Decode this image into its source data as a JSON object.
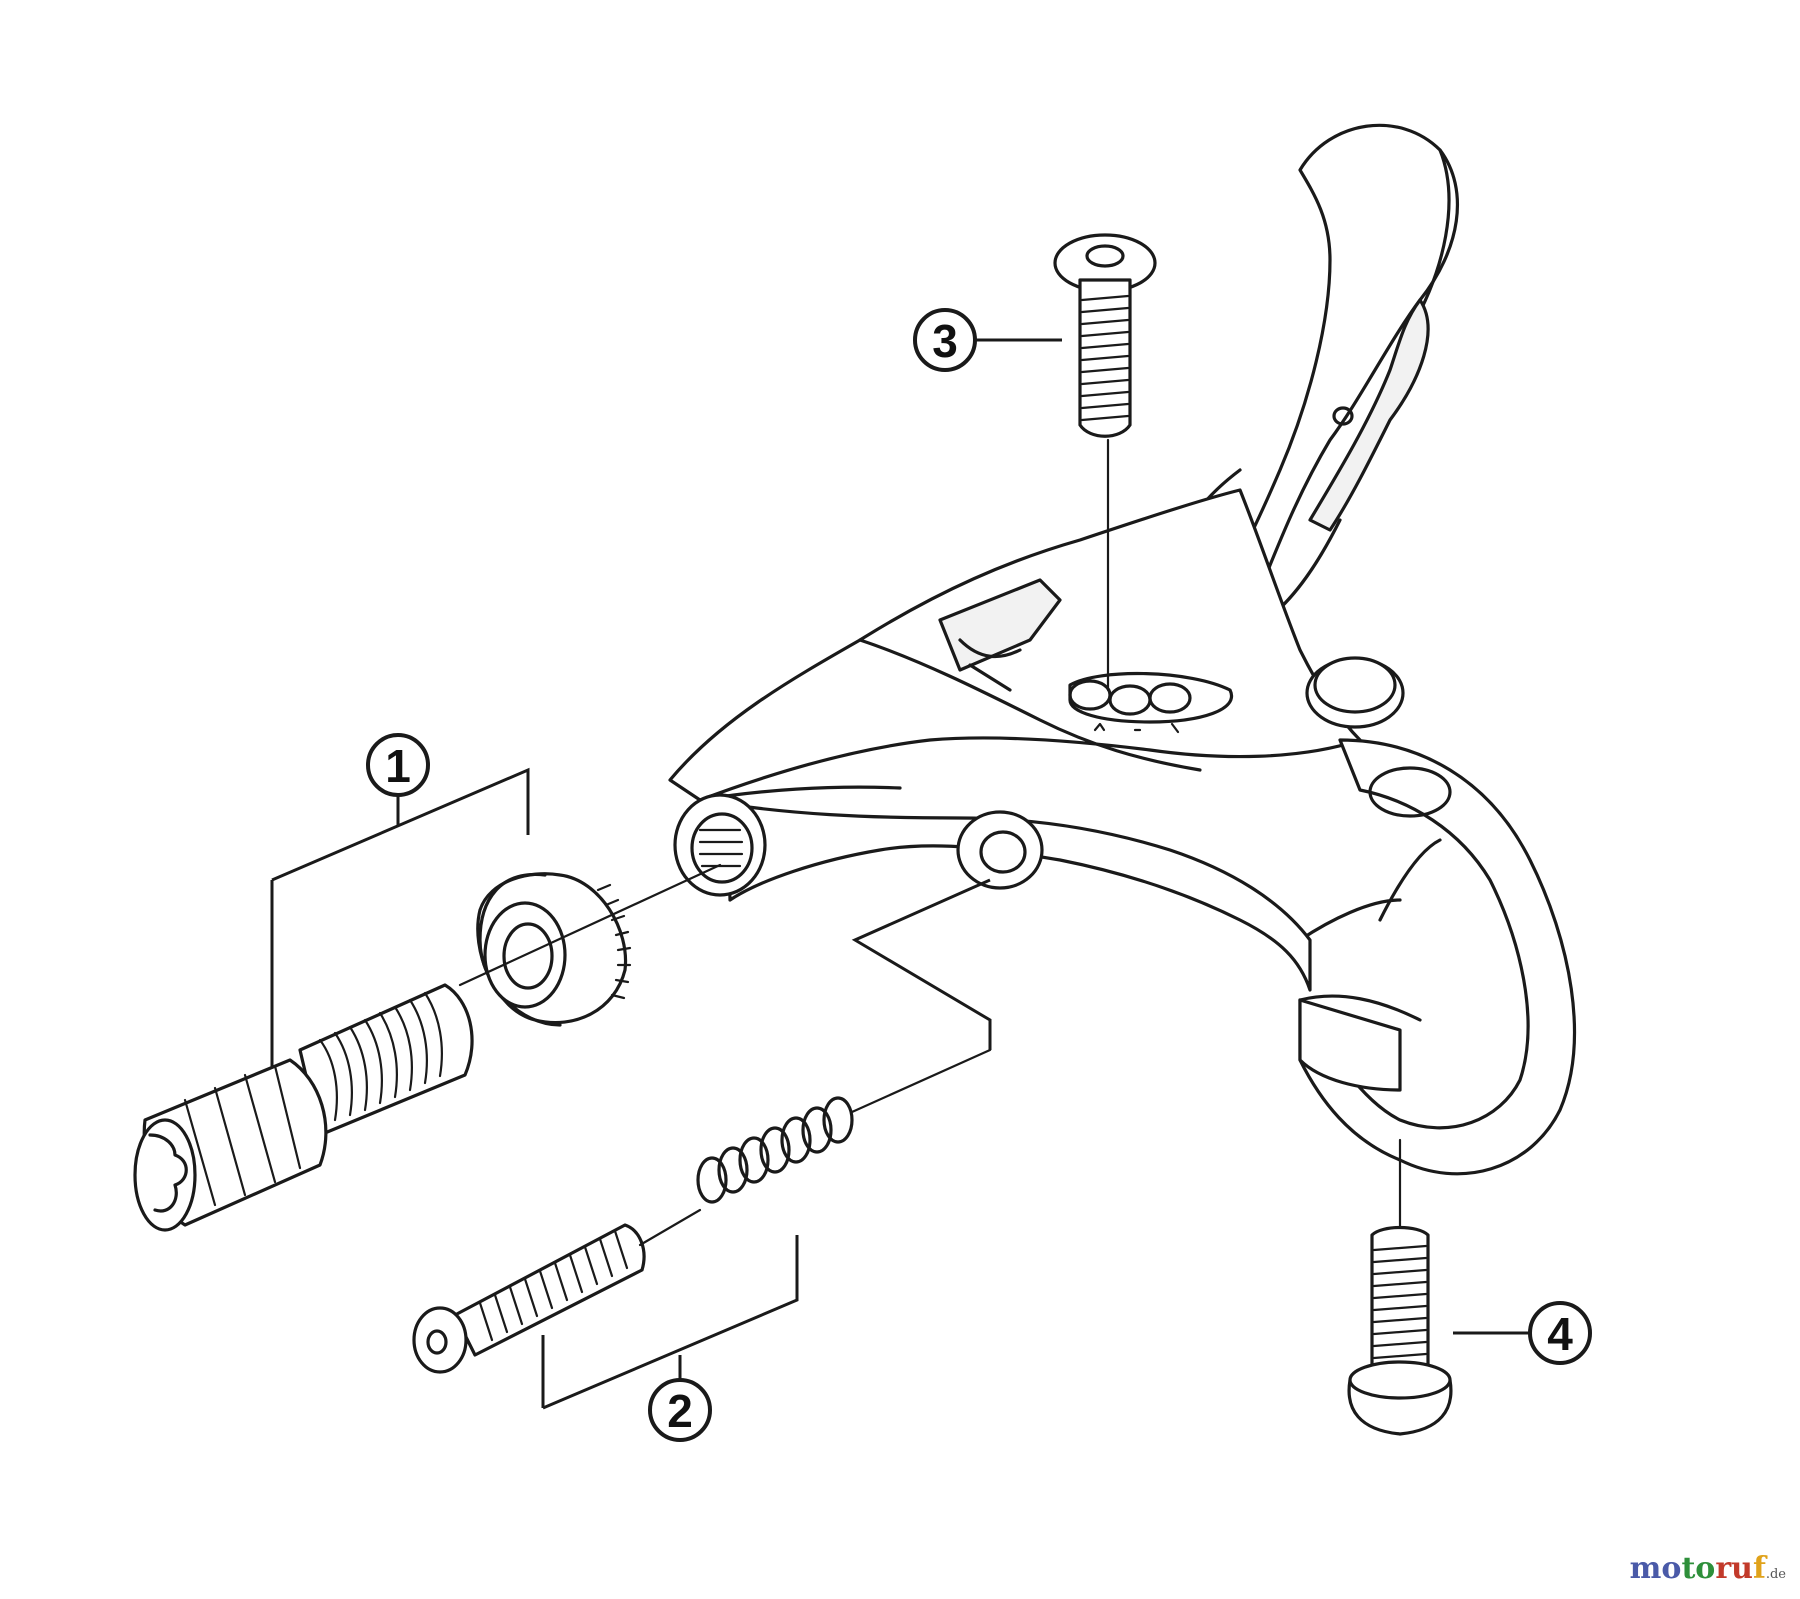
{
  "diagram": {
    "callouts": [
      {
        "id": "callout-1",
        "label": "1"
      },
      {
        "id": "callout-2",
        "label": "2"
      },
      {
        "id": "callout-3",
        "label": "3"
      },
      {
        "id": "callout-4",
        "label": "4"
      }
    ],
    "watermark": {
      "part_a": "mo",
      "part_b": "to",
      "part_c": "ru",
      "part_d": "f",
      "tld": ".de"
    }
  }
}
